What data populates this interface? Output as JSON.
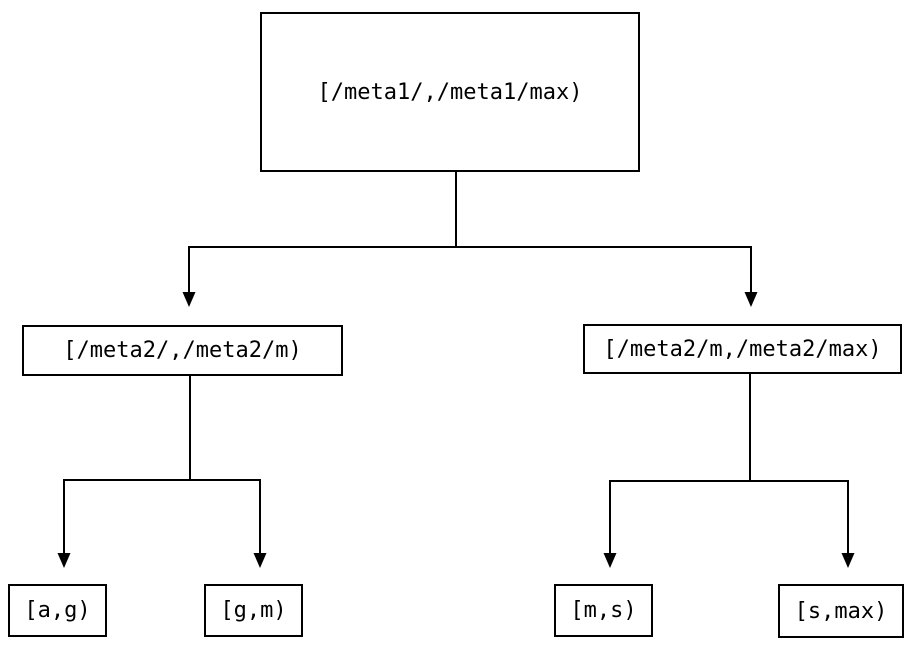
{
  "diagram": {
    "type": "tree",
    "nodes": {
      "root": {
        "label": "[/meta1/,/meta1/max)"
      },
      "left": {
        "label": "[/meta2/,/meta2/m)"
      },
      "right": {
        "label": "[/meta2/m,/meta2/max)"
      },
      "leaf_ag": {
        "label": "[a,g)"
      },
      "leaf_gm": {
        "label": "[g,m)"
      },
      "leaf_ms": {
        "label": "[m,s)"
      },
      "leaf_smax": {
        "label": "[s,max)"
      }
    },
    "edges": [
      {
        "from": "root",
        "to": "left"
      },
      {
        "from": "root",
        "to": "right"
      },
      {
        "from": "left",
        "to": "leaf_ag"
      },
      {
        "from": "left",
        "to": "leaf_gm"
      },
      {
        "from": "right",
        "to": "leaf_ms"
      },
      {
        "from": "right",
        "to": "leaf_smax"
      }
    ],
    "colors": {
      "line": "#000000",
      "box_border": "#000000",
      "box_fill": "#ffffff",
      "background": "#ffffff"
    }
  }
}
